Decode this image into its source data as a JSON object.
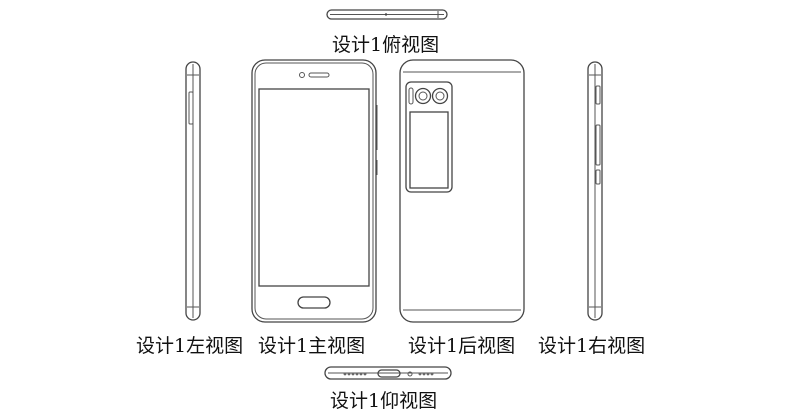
{
  "captions": {
    "top": "设计1俯视图",
    "left": "设计1左视图",
    "front": "设计1主视图",
    "back": "设计1后视图",
    "right": "设计1右视图",
    "bottom": "设计1仰视图"
  },
  "colors": {
    "line": "#444444",
    "background": "#ffffff"
  }
}
